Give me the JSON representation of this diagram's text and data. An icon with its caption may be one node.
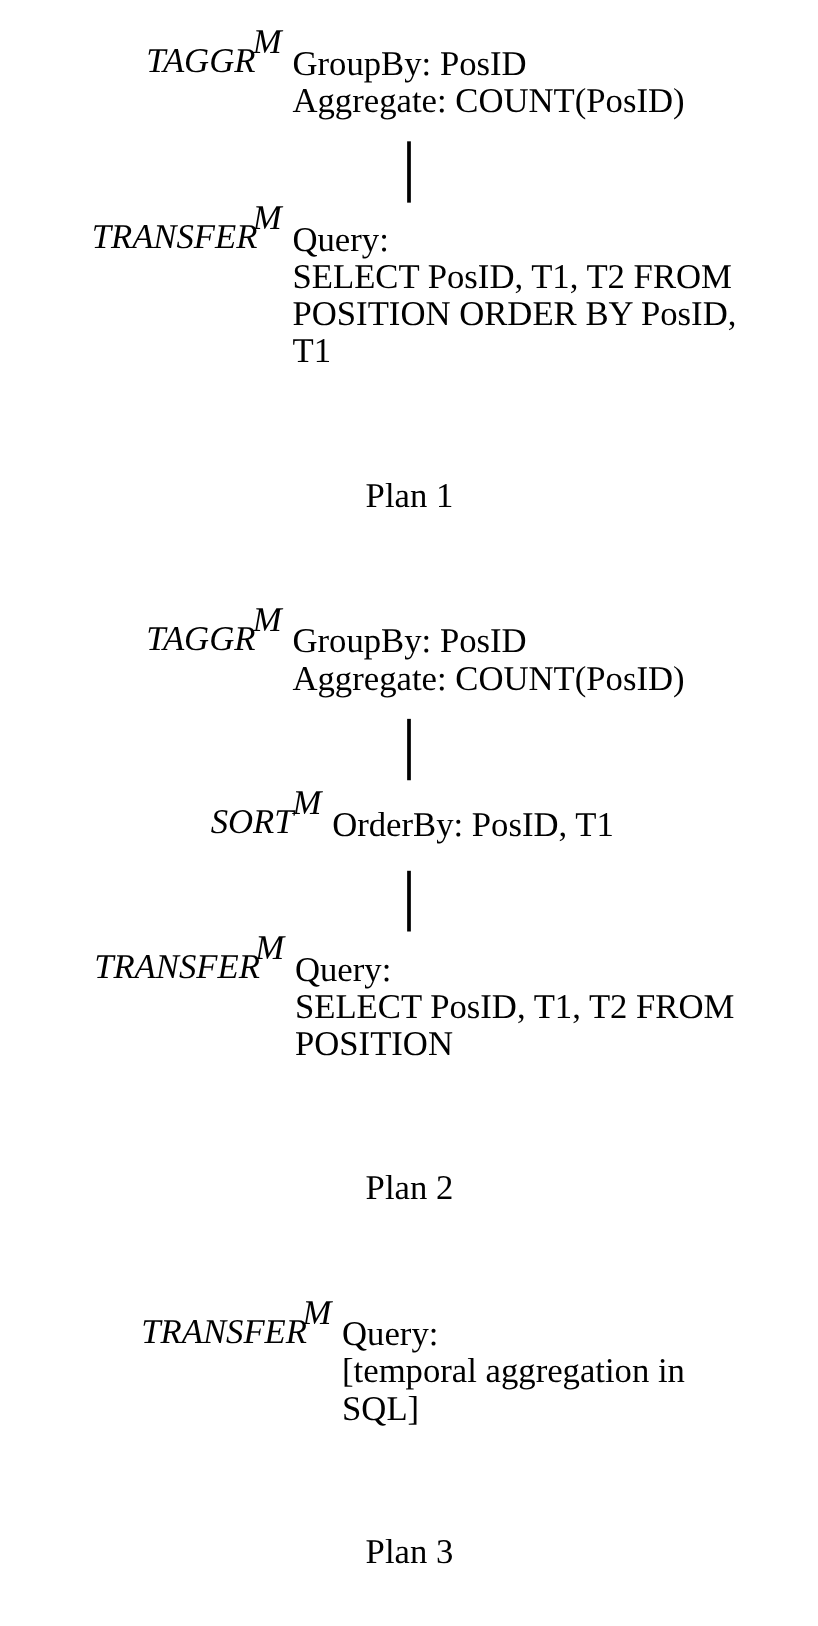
{
  "diagram": {
    "nodes": [
      {
        "text": [
          "TAGGR$^{M}$"
        ],
        "beside": [
          "GroupBy: PosID",
          "Aggregate: COUNT(PosID)"
        ]
      },
      {
        "text": [
          "TRANSFER$^{M}$"
        ],
        "beside": [
          "Query:",
          "SELECT PosID, T1, T2 FROM POSITION ORDER BY PosID, T1"
        ]
      },
      {
        "text": [
          "TAGGR$^{M}$"
        ],
        "beside": [
          "GroupBy: PosID",
          "Aggregate: COUNT(PosID)"
        ]
      },
      {
        "text": [
          "SORT$^{M}$"
        ],
        "beside": [
          "OrderBy: PosID, T1"
        ]
      },
      {
        "text": [
          "TRANSFER$^{M}$"
        ],
        "beside": [
          "Query:",
          "SELECT PosID, T1, T2 FROM POSITION"
        ]
      },
      {
        "text": [
          "TRANSFER$^{M}$"
        ],
        "beside": [
          "Query:",
          "[temporal aggregation in SQL]"
        ]
      }
    ],
    "edges": [
      {
        "from": 0,
        "to": 1,
        "arrow": "none"
      },
      {
        "from": 2,
        "to": 3,
        "arrow": "none"
      },
      {
        "from": 3,
        "to": 4,
        "arrow": "none"
      }
    ],
    "labels": [
      "Plan 1",
      "Plan 2",
      "Plan 3"
    ]
  }
}
